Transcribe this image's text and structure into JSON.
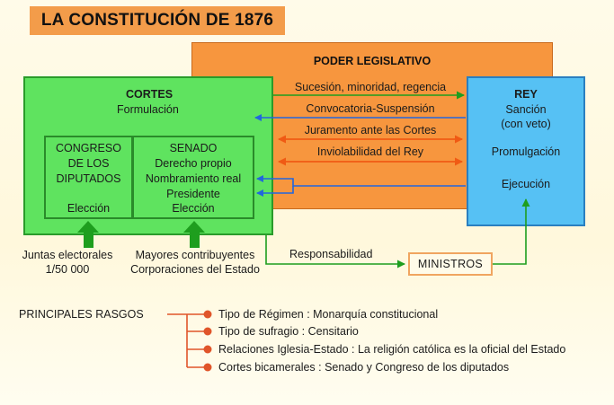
{
  "title": "LA CONSTITUCIÓN DE 1876",
  "poder_legislativo": {
    "title": "PODER LEGISLATIVO",
    "arrows": [
      "Sucesión, minoridad, regencia",
      "Convocatoria-Suspensión",
      "Juramento ante las Cortes",
      "Inviolabilidad del Rey"
    ]
  },
  "cortes": {
    "title": "CORTES",
    "function": "Formulación",
    "congreso": {
      "name_lines": [
        "CONGRESO",
        "DE LOS",
        "DIPUTADOS"
      ],
      "selection": "Elección"
    },
    "senado": {
      "name": "SENADO",
      "lines": [
        "Derecho propio",
        "Nombramiento real",
        "Presidente"
      ],
      "selection": "Elección"
    }
  },
  "rey": {
    "title": "REY",
    "sancion": "Sanción",
    "veto": "(con veto)",
    "promulgacion": "Promulgación",
    "ejecucion": "Ejecución"
  },
  "electors": {
    "congreso": [
      "Juntas electorales",
      "1/50 000"
    ],
    "senado": [
      "Mayores contribuyentes",
      "Corporaciones del Estado"
    ]
  },
  "responsabilidad": "Responsabilidad",
  "ministros": "MINISTROS",
  "rasgos": {
    "label": "PRINCIPALES RASGOS",
    "items": [
      "Tipo de Régimen : Monarquía constitucional",
      "Tipo de sufragio : Censitario",
      "Relaciones Iglesia-Estado : La religión católica es la oficial del Estado",
      "Cortes bicamerales : Senado y Congreso de los diputados"
    ]
  },
  "colors": {
    "cortes": "#5fe35f",
    "rey": "#56c1f4",
    "legislativo": "#f7963e",
    "title_bg": "#f39c4a",
    "arrow_blue": "#2266dd",
    "arrow_orange": "#f05a14",
    "arrow_green": "#1e9e1e",
    "rasgos_line": "#e0552a"
  }
}
